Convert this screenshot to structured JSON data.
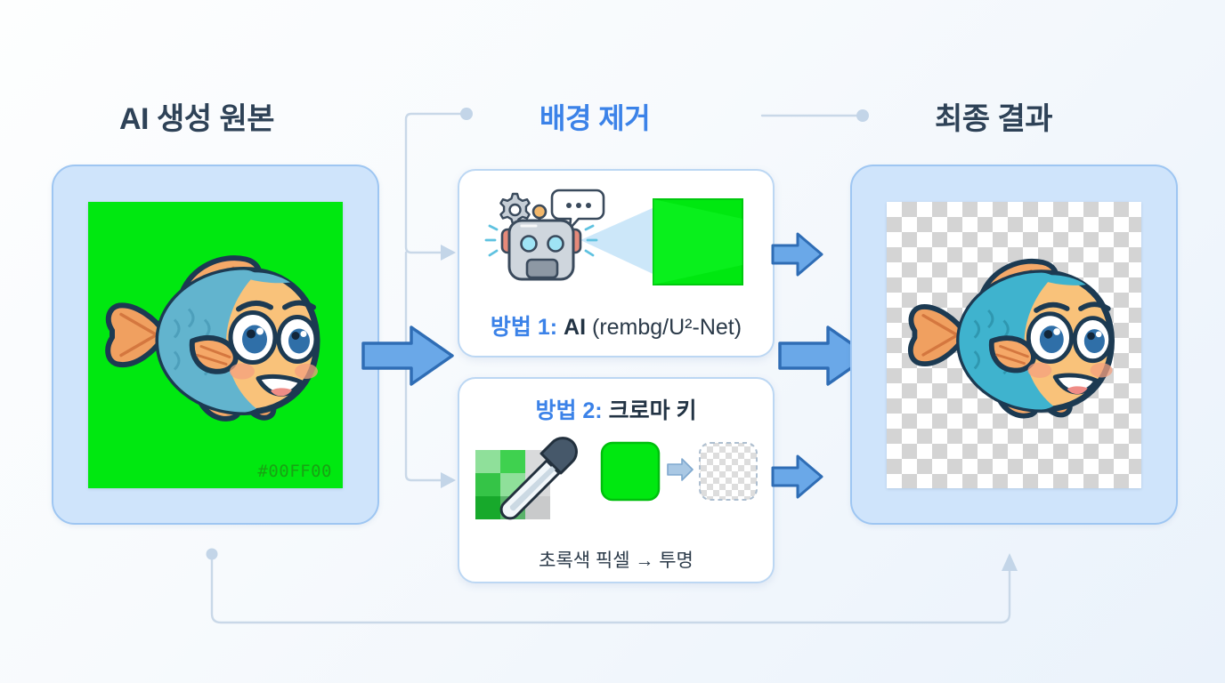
{
  "theme": {
    "bg_start": "#fdfefe",
    "bg_end": "#eaf2fb",
    "panel_fill": "#cfe4fb",
    "panel_border": "#9ec6f2",
    "accent_blue": "#3b82e8",
    "arrow_blue": "#6aa8e8",
    "arrow_border": "#2f6db5",
    "heading_dark": "#2e4257",
    "chroma_green": "#00FF00",
    "connector": "#c2d4e8"
  },
  "headings": {
    "source": "AI 생성 원본",
    "process": "배경 제거",
    "result": "최종 결과"
  },
  "source_panel": {
    "name": "AI 생성 원본",
    "hex_label": "#00FF00",
    "background_color": "#00FF00",
    "subject": "cartoon-goldfish"
  },
  "result_panel": {
    "name": "최종 결과",
    "background": "transparent-checkerboard",
    "subject": "cartoon-goldfish"
  },
  "methods": [
    {
      "id": "ai",
      "caption_label": "방법 1:",
      "caption_title": "AI",
      "caption_detail": "(rembg/U²-Net)",
      "icons": [
        "robot-icon",
        "gear-icon",
        "speech-bubble-icon",
        "scan-beam-icon",
        "green-square-icon"
      ]
    },
    {
      "id": "chroma",
      "caption_label": "방법 2:",
      "caption_title": "크로마 키",
      "sub_caption": "초록색 픽셀 → 투명",
      "icons": [
        "eyedropper-icon",
        "green-swatch-icon",
        "right-arrow-icon",
        "transparency-checker-icon"
      ]
    }
  ],
  "arrows": {
    "source_to_methods": "arrow-right",
    "ai_to_result": "arrow-right",
    "chroma_to_result": "arrow-right",
    "methods_to_result": "arrow-right"
  }
}
